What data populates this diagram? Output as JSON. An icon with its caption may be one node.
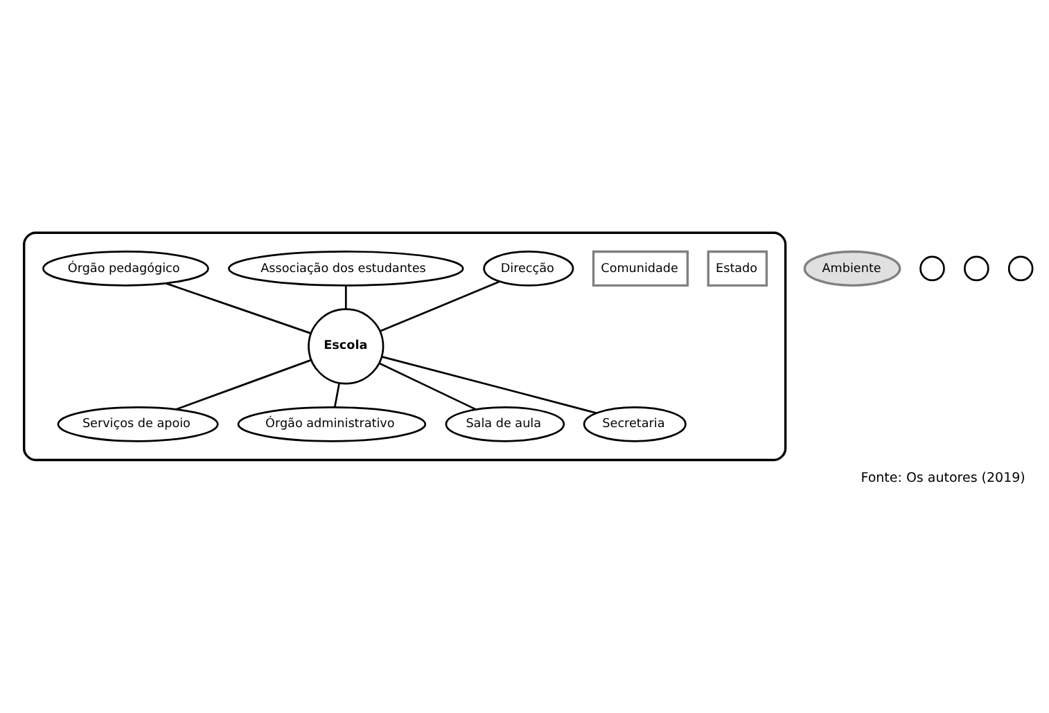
{
  "diagram": {
    "caption": "Fonte: Os autores (2019)",
    "nodes": [
      {
        "text": [],
        "shape": "cloud"
      },
      {
        "text": [
          "Estado"
        ],
        "in": 0
      },
      {
        "text": [
          "Ambiente"
        ]
      },
      {
        "text": [
          "Comunidade"
        ],
        "in": 0
      },
      {
        "text": [
          "Direcção"
        ],
        "in": 0
      },
      {
        "text": [
          "Associação dos estudantes"
        ],
        "in": 0
      },
      {
        "text": [
          "Órgão pedagógico"
        ],
        "in": 0
      },
      {
        "text": [
          "Escola"
        ],
        "in": 0
      },
      {
        "text": [
          "Serviços de apoio"
        ],
        "in": 0
      },
      {
        "text": [
          "Órgão administrativo"
        ],
        "in": 0
      },
      {
        "text": [
          "Sala de aula"
        ],
        "in": 0
      },
      {
        "text": [
          "Secretaria"
        ],
        "in": 0
      },
      {
        "text": [],
        "shape": "circle"
      },
      {
        "text": [],
        "shape": "circle"
      },
      {
        "text": [],
        "shape": "circle"
      }
    ],
    "edges": [
      {
        "from": 5,
        "to": 7,
        "arrow": "none"
      },
      {
        "from": 4,
        "to": 7,
        "arrow": "none"
      },
      {
        "from": 6,
        "to": 7,
        "arrow": "none"
      },
      {
        "from": 7,
        "to": 8,
        "arrow": "none"
      },
      {
        "from": 7,
        "to": 9,
        "arrow": "none"
      },
      {
        "from": 7,
        "to": 10,
        "arrow": "none"
      },
      {
        "from": 7,
        "to": 11,
        "arrow": "none"
      }
    ]
  }
}
